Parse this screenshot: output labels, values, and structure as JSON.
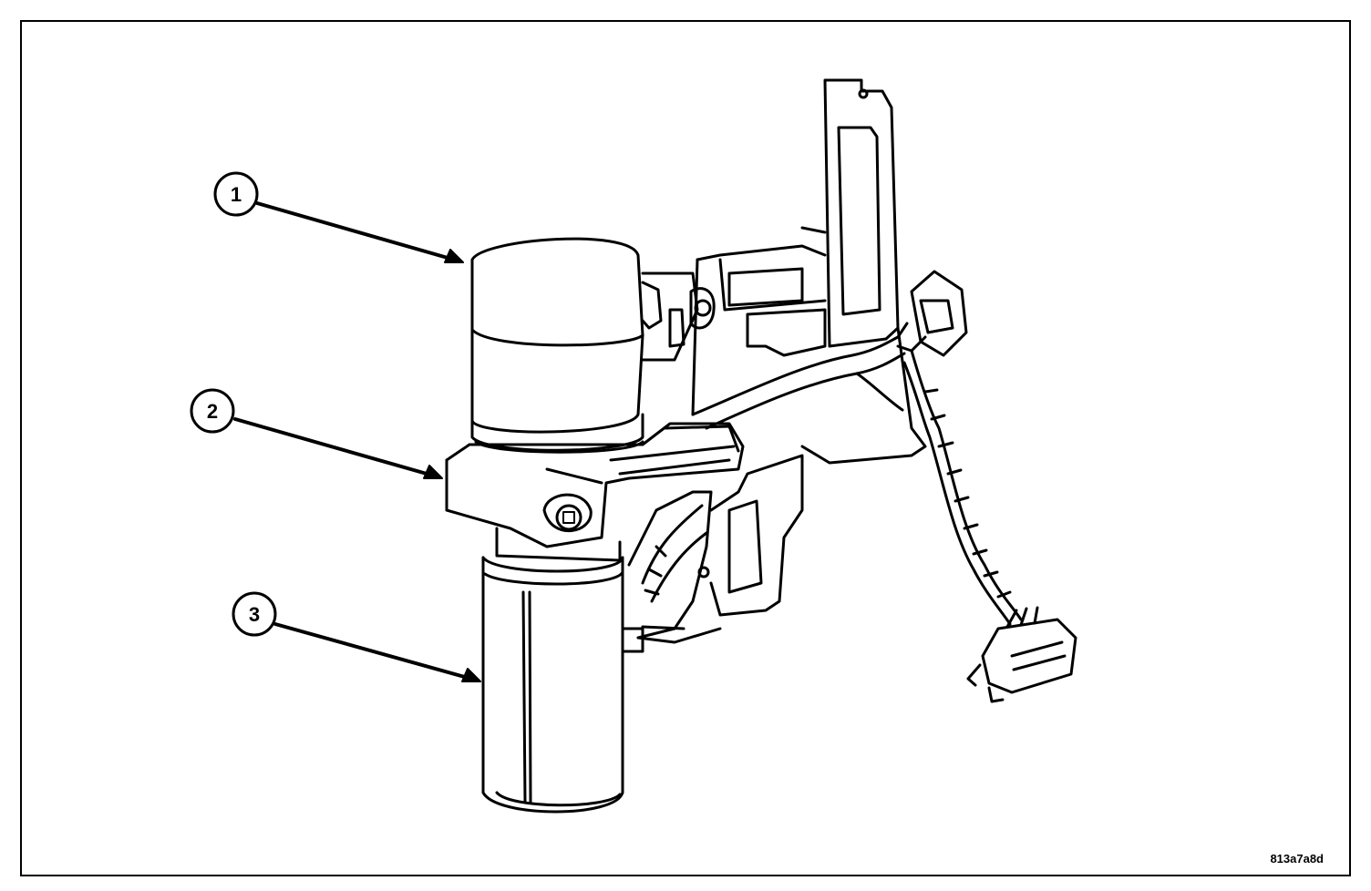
{
  "callouts": [
    {
      "number": "1"
    },
    {
      "number": "2"
    },
    {
      "number": "3"
    }
  ],
  "figure_code": "813a7a8d"
}
